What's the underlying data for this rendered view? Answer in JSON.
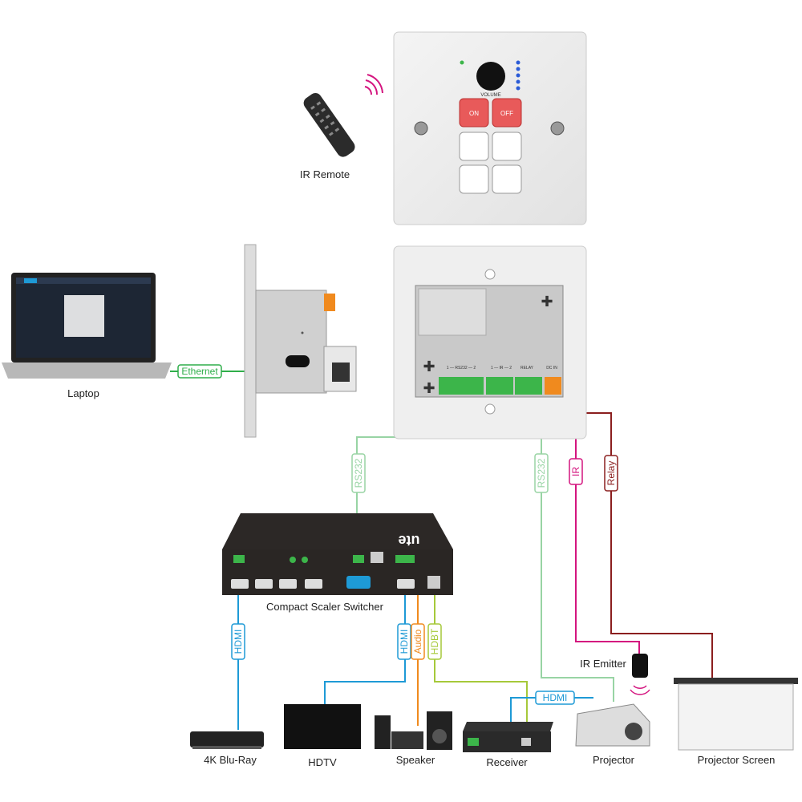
{
  "labels": {
    "ir_remote": "IR Remote",
    "laptop": "Laptop",
    "switcher": "Compact Scaler Switcher",
    "ir_emitter": "IR Emitter",
    "bluray": "4K Blu-Ray",
    "hdtv": "HDTV",
    "speaker": "Speaker",
    "receiver": "Receiver",
    "projector": "Projector",
    "projector_screen": "Projector Screen"
  },
  "panel": {
    "volume": "VOLUME",
    "on": "ON",
    "off": "OFF",
    "rs232_header": "1 — RS232 — 2",
    "ir_header": "1 — IR — 2",
    "relay_header": "RELAY",
    "dcin_header": "DC IN"
  },
  "switcher_brand": "ute",
  "connections": {
    "ethernet": "Ethernet",
    "rs232_a": "RS232",
    "rs232_b": "RS232",
    "ir": "IR",
    "relay": "Relay",
    "hdmi_bluray": "HDMI",
    "hdmi_out": "HDMI",
    "audio": "Audio",
    "hdbt": "HDBT",
    "hdmi_projector": "HDMI"
  },
  "colors": {
    "ethernet": "#2fae4a",
    "rs232": "#98d4a4",
    "ir": "#d4157f",
    "relay": "#8b1e1e",
    "hdmi": "#1e9ad6",
    "audio": "#f08a1e",
    "hdbt": "#a6c93a",
    "terminal": "#3cb54a",
    "dc_terminal": "#f08a1e"
  }
}
